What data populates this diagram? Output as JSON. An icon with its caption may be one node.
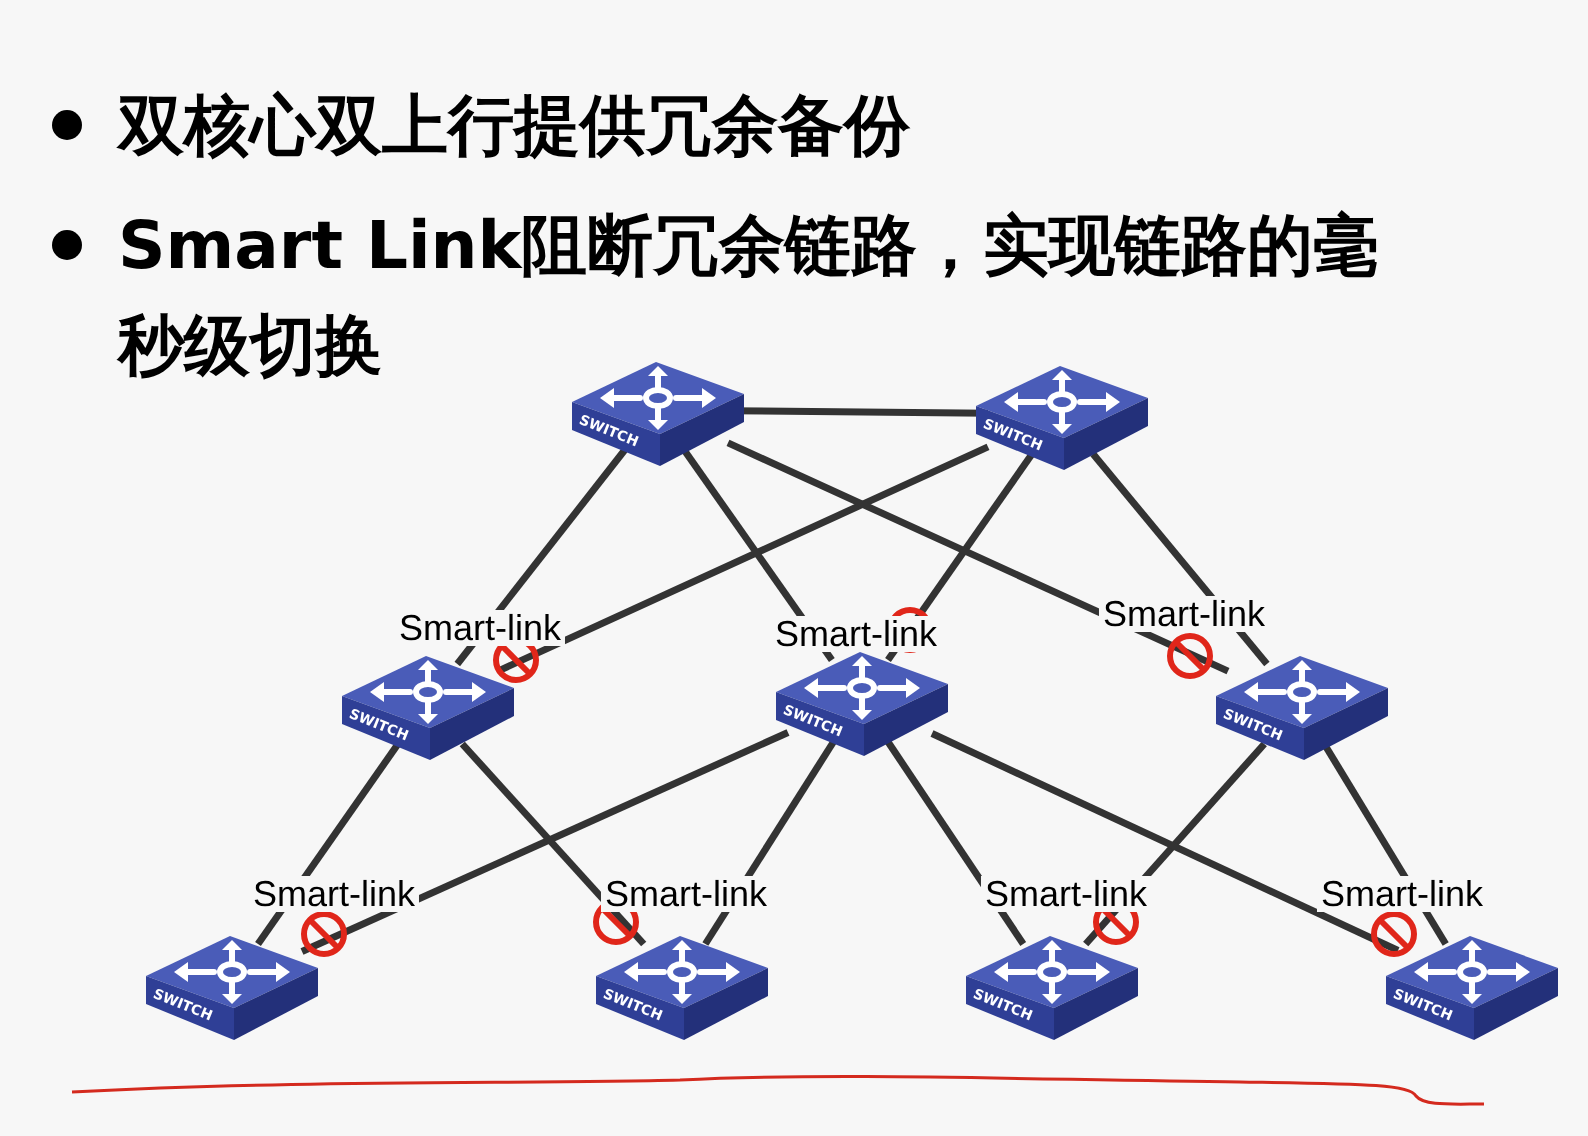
{
  "diagram": {
    "nodes": [
      {
        "text": [
          "SWITCH"
        ]
      },
      {
        "text": [
          "SWITCH"
        ]
      },
      {
        "text": [
          "SWITCH"
        ]
      },
      {
        "text": [
          "SWITCH"
        ]
      },
      {
        "text": [
          "SWITCH"
        ]
      },
      {
        "text": [
          "SWITCH"
        ]
      },
      {
        "text": [
          "SWITCH"
        ]
      },
      {
        "text": [
          "SWITCH"
        ]
      },
      {
        "text": [
          "SWITCH"
        ]
      }
    ],
    "edges": [
      {
        "from": 0,
        "to": 1,
        "arrow": "none"
      },
      {
        "from": 0,
        "to": 2,
        "arrow": "none"
      },
      {
        "from": 1,
        "to": 2,
        "arrow": "none",
        "label": "Smart-link"
      },
      {
        "from": 0,
        "to": 3,
        "arrow": "none"
      },
      {
        "from": 1,
        "to": 3,
        "arrow": "none",
        "label": "Smart-link"
      },
      {
        "from": 0,
        "to": 4,
        "arrow": "none",
        "label": "Smart-link"
      },
      {
        "from": 1,
        "to": 4,
        "arrow": "none"
      },
      {
        "from": 2,
        "to": 5,
        "arrow": "none"
      },
      {
        "from": 3,
        "to": 5,
        "arrow": "none",
        "label": "Smart-link"
      },
      {
        "from": 2,
        "to": 6,
        "arrow": "none",
        "label": "Smart-link"
      },
      {
        "from": 3,
        "to": 6,
        "arrow": "none"
      },
      {
        "from": 3,
        "to": 7,
        "arrow": "none"
      },
      {
        "from": 4,
        "to": 7,
        "arrow": "none",
        "label": "Smart-link"
      },
      {
        "from": 4,
        "to": 8,
        "arrow": "none"
      },
      {
        "from": 3,
        "to": 8,
        "arrow": "none",
        "label": "Smart-link"
      }
    ],
    "labels": [
      "双核心双上行提供冗余备份",
      "Smart Link阻断冗余链路，实现链路的毫秒级切换"
    ]
  }
}
